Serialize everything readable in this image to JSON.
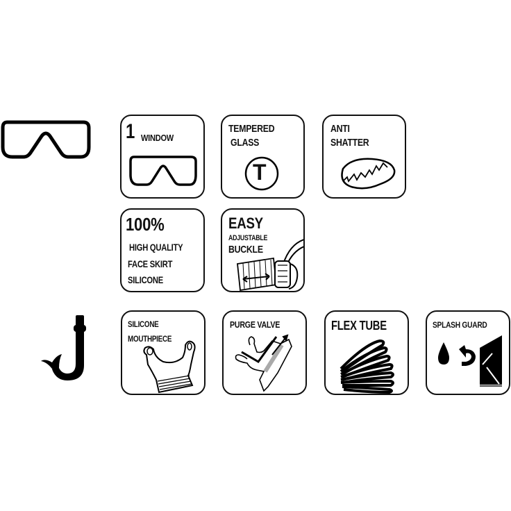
{
  "mask_section": {
    "product_icon": "dive-mask-icon",
    "features": [
      {
        "id": "one-window",
        "big": "1",
        "text": "WINDOW",
        "icon": "single-lens-mask-icon"
      },
      {
        "id": "tempered-glass",
        "line1": "TEMPERED",
        "line2": "GLASS",
        "symbol": "T",
        "icon": "tempered-t-circle-icon"
      },
      {
        "id": "anti-shatter",
        "line1": "ANTI",
        "line2": "SHATTER",
        "icon": "cracked-lens-icon"
      },
      {
        "id": "silicone-skirt",
        "big": "100%",
        "line1": "HIGH QUALITY",
        "line2": "FACE SKIRT",
        "line3": "SILICONE"
      },
      {
        "id": "easy-buckle",
        "big": "EASY",
        "line1": "ADJUSTABLE",
        "line2": "BUCKLE",
        "icon": "adjustable-buckle-icon"
      }
    ]
  },
  "snorkel_section": {
    "product_icon": "snorkel-icon",
    "features": [
      {
        "id": "silicone-mouthpiece",
        "line1": "SILICONE",
        "line2": "MOUTHPIECE",
        "icon": "mouthpiece-icon"
      },
      {
        "id": "purge-valve",
        "line1": "PURGE VALVE",
        "icon": "purge-valve-icon"
      },
      {
        "id": "flex-tube",
        "line1": "FLEX TUBE",
        "icon": "flex-tube-icon"
      },
      {
        "id": "splash-guard",
        "line1": "SPLASH GUARD",
        "icon": "splash-guard-icon"
      }
    ]
  }
}
